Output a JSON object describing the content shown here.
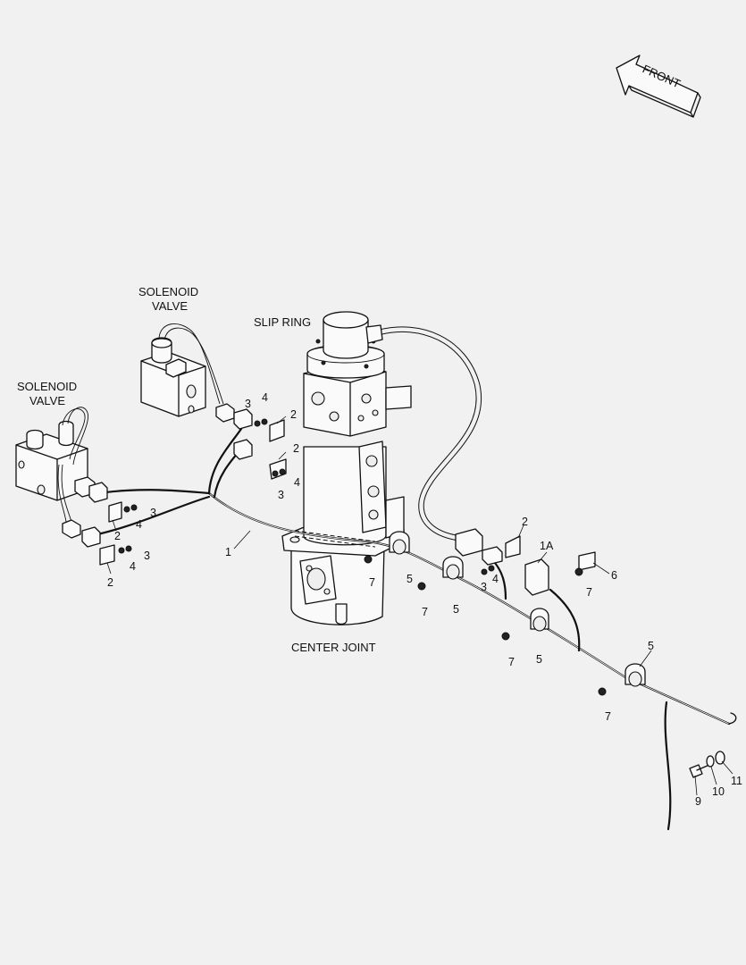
{
  "labels": {
    "front": "FRONT",
    "solenoid_valve_1_line1": "SOLENOID",
    "solenoid_valve_1_line2": "VALVE",
    "solenoid_valve_2_line1": "SOLENOID",
    "solenoid_valve_2_line2": "VALVE",
    "slip_ring": "SLIP RING",
    "center_joint": "CENTER JOINT"
  },
  "callouts": {
    "n1": "1",
    "n1a": "1A",
    "n2a": "2",
    "n2b": "2",
    "n2c": "2",
    "n2d": "2",
    "n2e": "2",
    "n3a": "3",
    "n3b": "3",
    "n3c": "3",
    "n3d": "3",
    "n3e": "3",
    "n4a": "4",
    "n4b": "4",
    "n4c": "4",
    "n4d": "4",
    "n4e": "4",
    "n5a": "5",
    "n5b": "5",
    "n5c": "5",
    "n5d": "5",
    "n6": "6",
    "n7a": "7",
    "n7b": "7",
    "n7c": "7",
    "n7d": "7",
    "n7e": "7",
    "n9": "9",
    "n10": "10",
    "n11": "11"
  }
}
